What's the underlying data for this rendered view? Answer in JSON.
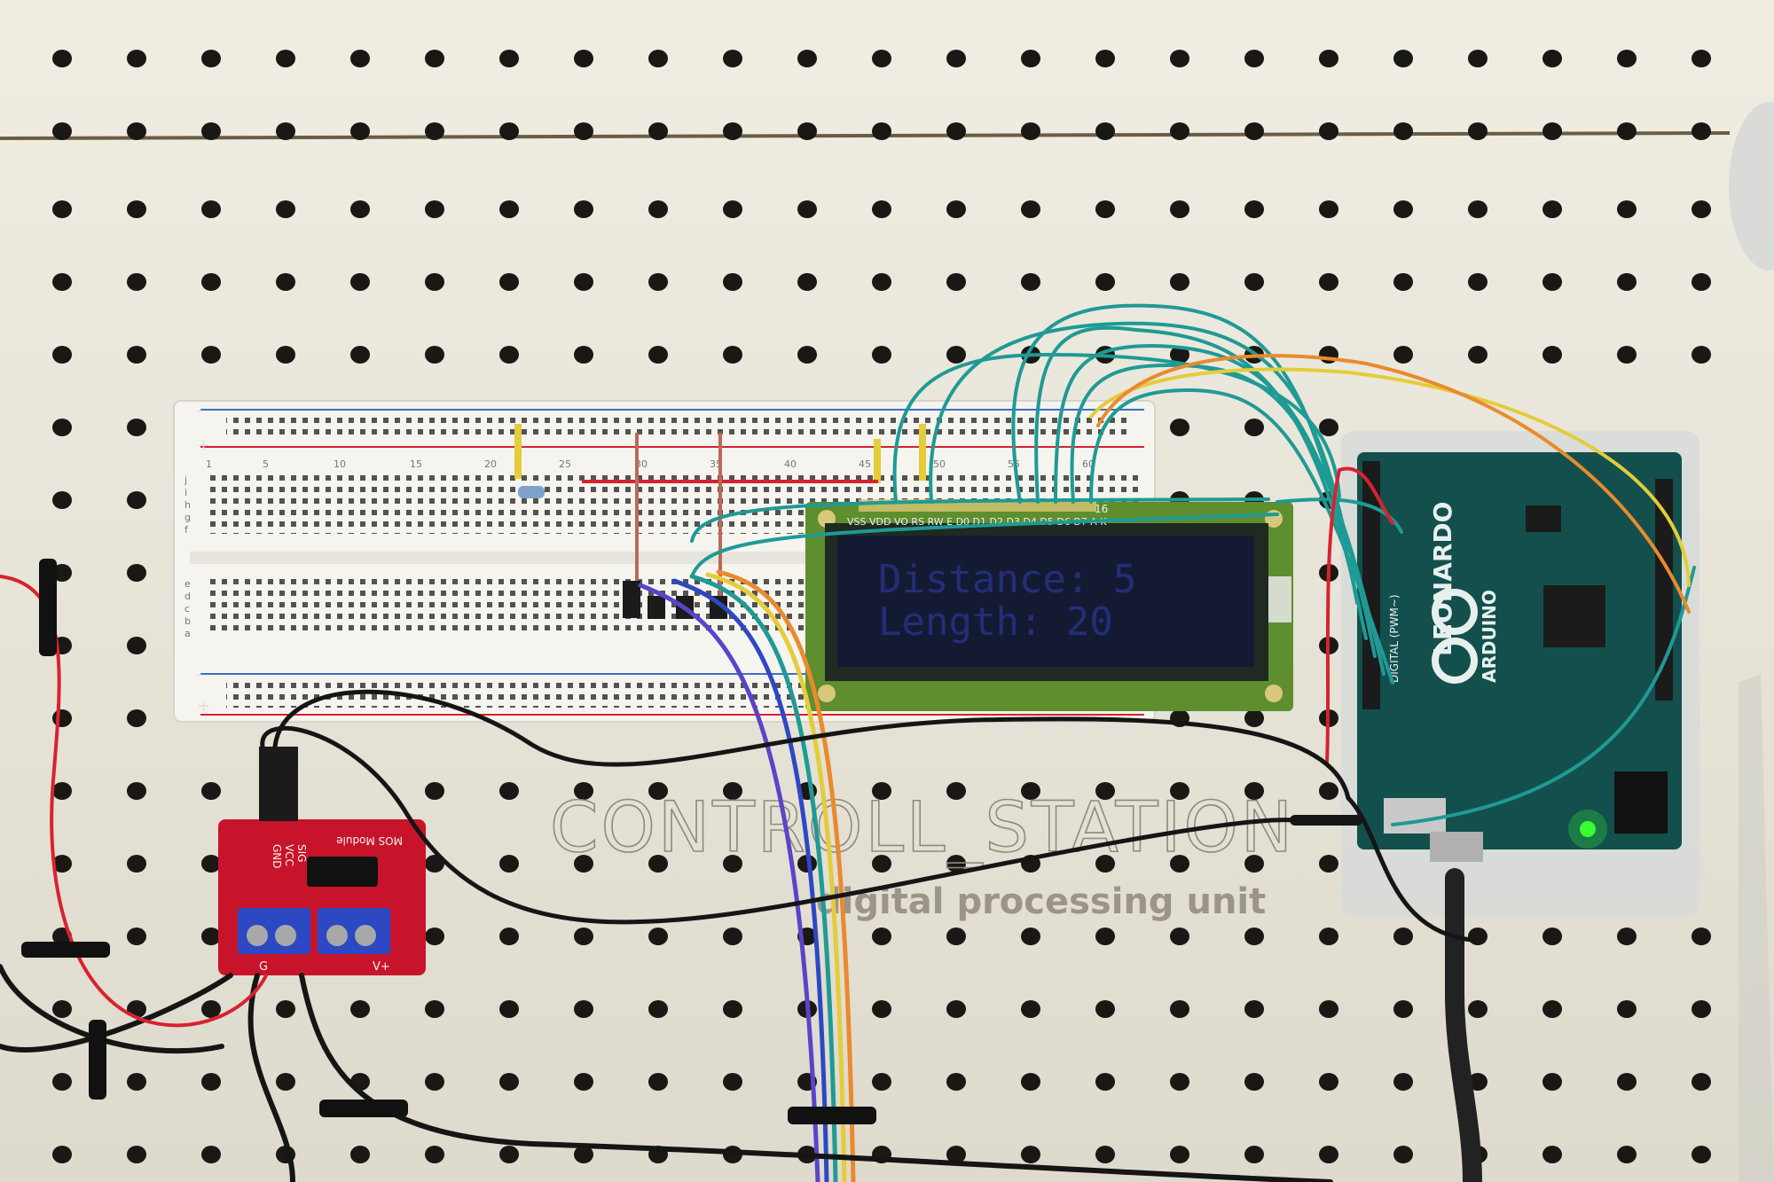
{
  "panel": {
    "title": "CONTROLL_STATION",
    "subtitle": "digital processing unit"
  },
  "lcd": {
    "line1": "Distance: 5",
    "line2": "Length: 20",
    "pins_label": "VSS VDD VO RS RW E D0 D1 D2 D3 D4 D5 D6 D7 A K",
    "pin16": "16"
  },
  "arduino": {
    "brand": "ARDUINO",
    "model": "LEONARDO",
    "digital": "DIGITAL (PWM~)"
  },
  "mos_module": {
    "name": "MOS Module",
    "pins": [
      "SIG",
      "VCC",
      "GND"
    ],
    "terminals": [
      "G",
      "V+"
    ]
  },
  "breadboard": {
    "col_numbers": [
      "1",
      "5",
      "10",
      "15",
      "20",
      "25",
      "30",
      "35",
      "40",
      "45",
      "50",
      "55",
      "60"
    ],
    "row_letters_top": [
      "j",
      "i",
      "h",
      "g",
      "f"
    ],
    "row_letters_bottom": [
      "e",
      "d",
      "c",
      "b",
      "a"
    ]
  },
  "colors": {
    "pegboard": "#e9e5d9",
    "hole": "#1a1814",
    "breadboard": "#f4f3ee",
    "pcb_lcd": "#5e8e2e",
    "lcd_screen": "#151a33",
    "arduino_pcb": "#13504d",
    "mos_pcb": "#c8142a",
    "teal_wire": "#1f9a94",
    "yellow_wire": "#e4cc3a",
    "orange_wire": "#ea8a2e",
    "red_wire": "#d8222f",
    "power_led": "#39ff2e"
  }
}
